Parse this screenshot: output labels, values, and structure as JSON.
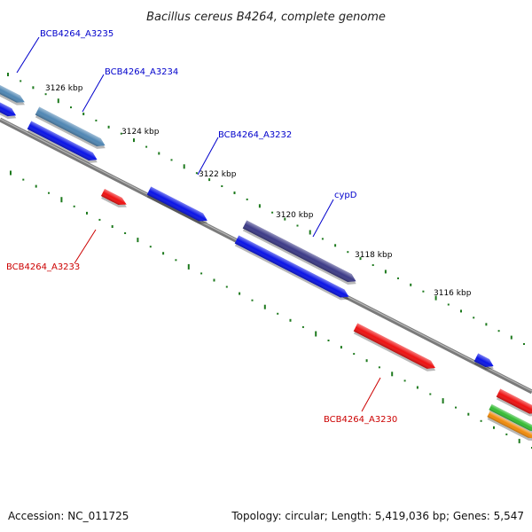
{
  "title": "Bacillus cereus B4264, complete genome",
  "footer": {
    "accession": "Accession: NC_011725",
    "topology": "Topology: circular; Length: 5,419,036 bp; Genes: 5,547"
  },
  "colors": {
    "backbone": "#7a7a7a",
    "tick": "#1e7a1e",
    "forward_label": "#0000cc",
    "reverse_label": "#cc0000",
    "blue_gene": "#0a14e6",
    "steel_gene": "#4f86b3",
    "purple_gene": "#3c3a87",
    "red_gene": "#ee1111",
    "green_gene": "#33bb33",
    "orange_gene": "#f08a0a"
  },
  "scale_labels": [
    "3126 kbp",
    "3124 kbp",
    "3122 kbp",
    "3120 kbp",
    "3118 kbp",
    "3116 kbp"
  ],
  "gene_labels": {
    "a3235": "BCB4264_A3235",
    "a3234": "BCB4264_A3234",
    "a3232": "BCB4264_A3232",
    "cypd": "cypD",
    "a3233": "BCB4264_A3233",
    "a3230": "BCB4264_A3230"
  }
}
